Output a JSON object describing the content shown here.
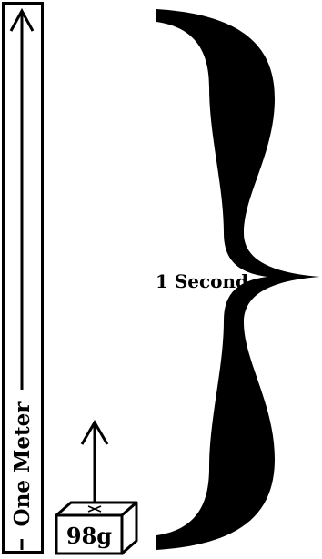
{
  "meter_bar": {
    "label": "One Meter"
  },
  "mass_block": {
    "label": "98g"
  },
  "time_brace": {
    "label": "1 Second"
  },
  "colors": {
    "ink": "#000000",
    "background": "#ffffff"
  }
}
